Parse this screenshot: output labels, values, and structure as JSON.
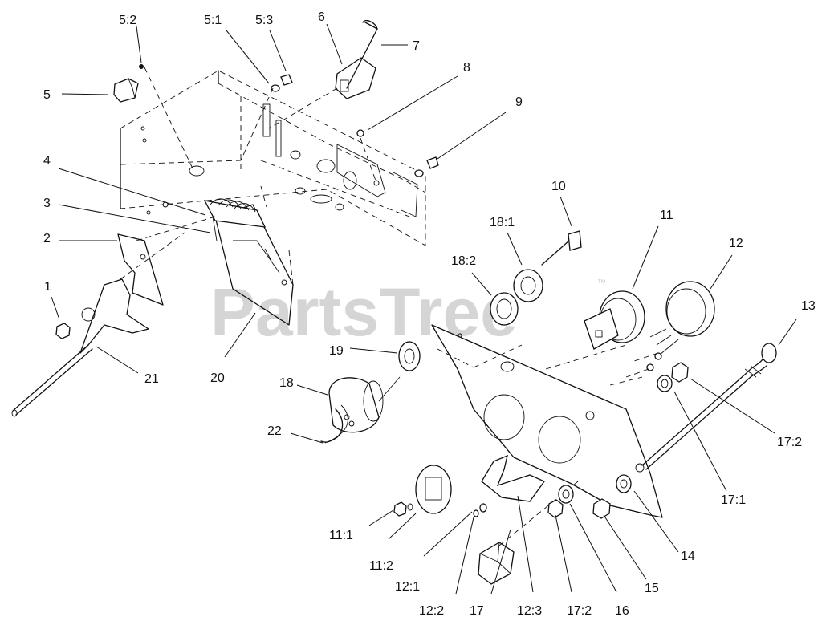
{
  "watermark": {
    "text": "PartsTree",
    "trademark": "™"
  },
  "labels": {
    "l1": "1",
    "l2": "2",
    "l3": "3",
    "l4": "4",
    "l5": "5",
    "l5_1": "5:1",
    "l5_2": "5:2",
    "l5_3": "5:3",
    "l6": "6",
    "l7": "7",
    "l8": "8",
    "l9": "9",
    "l10": "10",
    "l11": "11",
    "l11_1": "11:1",
    "l11_2": "11:2",
    "l12": "12",
    "l12_1": "12:1",
    "l12_2": "12:2",
    "l12_3": "12:3",
    "l13": "13",
    "l14": "14",
    "l15": "15",
    "l16": "16",
    "l17": "17",
    "l17_1": "17:1",
    "l17_2a": "17:2",
    "l17_2b": "17:2",
    "l18": "18",
    "l18_1": "18:1",
    "l18_2": "18:2",
    "l19": "19",
    "l20": "20",
    "l21": "21",
    "l22": "22"
  }
}
